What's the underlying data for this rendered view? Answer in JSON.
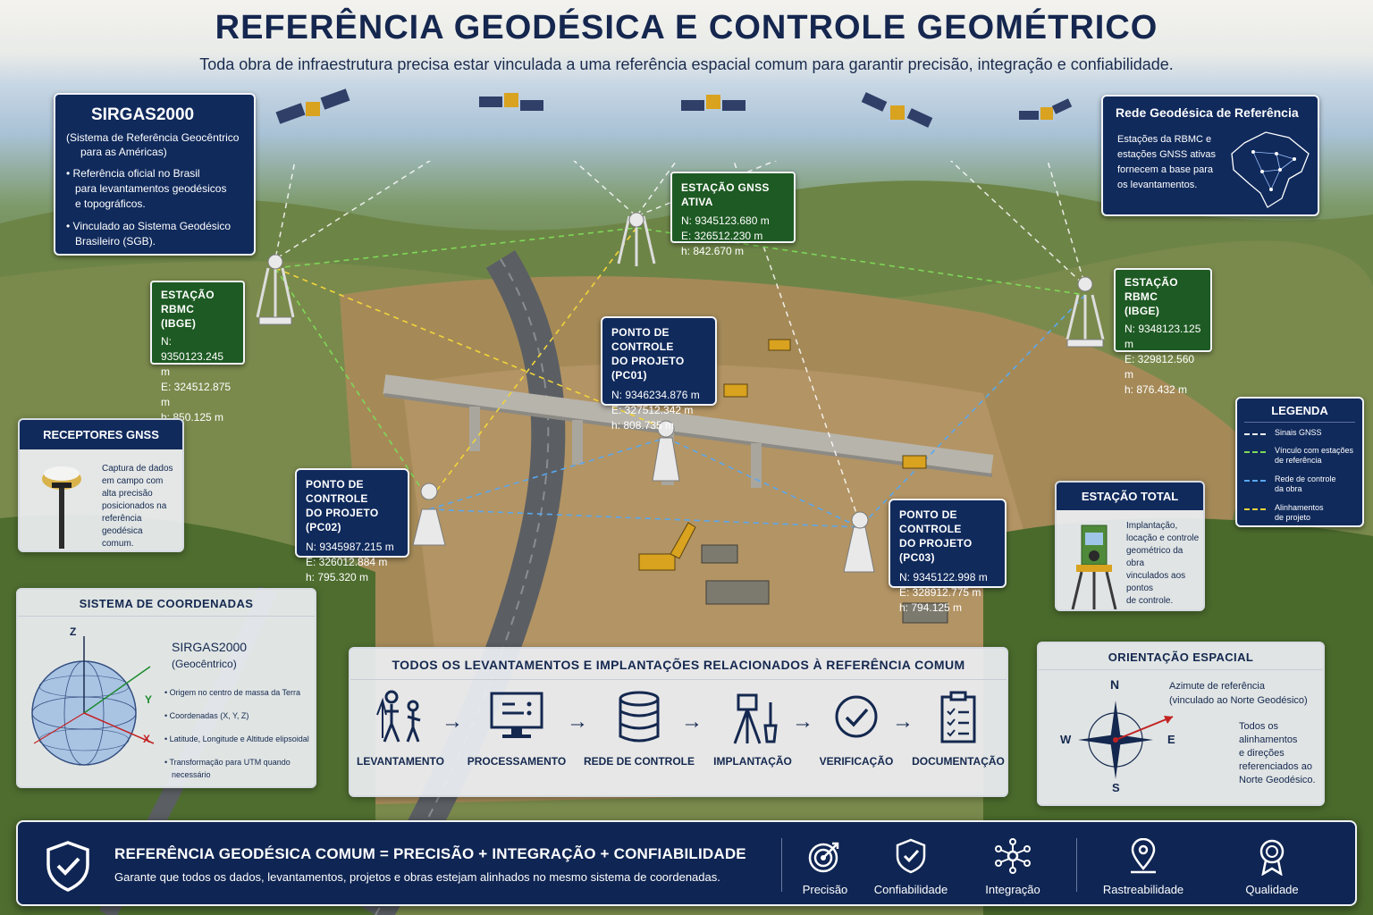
{
  "header": {
    "title": "REFERÊNCIA GEODÉSICA E CONTROLE GEOMÉTRICO",
    "subtitle": "Toda obra de infraestrutura precisa estar vinculada a uma referência espacial comum para garantir precisão, integração e confiabilidade."
  },
  "sirgas": {
    "title": "SIRGAS2000",
    "desc1": "(Sistema de Referência Geocêntrico",
    "desc2": "para as Américas)",
    "bullet1_1": "• Referência oficial no Brasil",
    "bullet1_2": "para levantamentos geodésicos",
    "bullet1_3": "e topográficos.",
    "bullet2_1": "• Vinculado ao Sistema Geodésico",
    "bullet2_2": "Brasileiro (SGB)."
  },
  "rede": {
    "title": "Rede Geodésica de Referência",
    "l1": "Estações da RBMC e",
    "l2": "estações GNSS ativas",
    "l3": "fornecem a base para",
    "l4": "os levantamentos."
  },
  "stations": {
    "rbmc_left": {
      "t1": "ESTAÇÃO RBMC",
      "t2": "(IBGE)",
      "n": "N: 9350123.245 m",
      "e": "E:  324512.875 m",
      "h": "h:  850.125 m"
    },
    "gnss": {
      "t1": "ESTAÇÃO GNSS ATIVA",
      "n": "N:  9345123.680 m",
      "e": "E:  326512.230 m",
      "h": "h:  842.670 m"
    },
    "rbmc_right": {
      "t1": "ESTAÇÃO RBMC",
      "t2": "(IBGE)",
      "n": "N:  9348123.125 m",
      "e": "E:  329812.560 m",
      "h": "h:  876.432 m"
    },
    "pc01": {
      "t1": "PONTO DE CONTROLE",
      "t2": "DO PROJETO (PC01)",
      "n": "N:  9346234.876 m",
      "e": "E:  327512.342 m",
      "h": "h:  808.735 m"
    },
    "pc02": {
      "t1": "PONTO DE CONTROLE",
      "t2": "DO PROJETO (PC02)",
      "n": "N:  9345987.215 m",
      "e": "E:  326012.884 m",
      "h": "h:  795.320 m"
    },
    "pc03": {
      "t1": "PONTO DE CONTROLE",
      "t2": "DO PROJETO (PC03)",
      "n": "N:  9345122.998 m",
      "e": "E:  328912.775 m",
      "h": "h:  794.125 m"
    }
  },
  "receptores": {
    "title": "RECEPTORES GNSS",
    "l1": "Captura de dados",
    "l2": "em campo com",
    "l3": "alta precisão",
    "l4": "posicionados na",
    "l5": "referência geodésica",
    "l6": "comum."
  },
  "legenda": {
    "title": "LEGENDA",
    "items": [
      {
        "label": "Sinais GNSS",
        "color": "#ffffff"
      },
      {
        "label1": "Vínculo com estações",
        "label2": "de referência",
        "color": "#7ed957"
      },
      {
        "label1": "Rede de controle",
        "label2": "da obra",
        "color": "#5aa8f0"
      },
      {
        "label1": "Alinhamentos",
        "label2": "de projeto",
        "color": "#f2d43a"
      }
    ]
  },
  "estacao_total": {
    "title": "ESTAÇÃO TOTAL",
    "l1": "Implantação,",
    "l2": "locação e controle",
    "l3": "geométrico da obra",
    "l4": "vinculados aos pontos",
    "l5": "de controle."
  },
  "coords": {
    "title": "SISTEMA DE COORDENADAS",
    "name": "SIRGAS2000",
    "type": "(Geocêntrico)",
    "axis_z": "Z",
    "axis_y": "Y",
    "axis_x": "X",
    "b1": "• Origem no centro de massa da Terra",
    "b2": "• Coordenadas (X, Y, Z)",
    "b3": "• Latitude, Longitude e Altitude elipsoidal",
    "b4_1": "• Transformação para UTM quando",
    "b4_2": "necessário"
  },
  "workflow": {
    "title": "TODOS OS LEVANTAMENTOS E IMPLANTAÇÕES RELACIONADOS À REFERÊNCIA COMUM",
    "steps": [
      "LEVANTAMENTO",
      "PROCESSAMENTO",
      "REDE DE CONTROLE",
      "IMPLANTAÇÃO",
      "VERIFICAÇÃO",
      "DOCUMENTAÇÃO"
    ],
    "arrow": "→"
  },
  "orientacao": {
    "title": "ORIENTAÇÃO ESPACIAL",
    "n": "N",
    "s": "S",
    "e": "E",
    "w": "W",
    "az1": "Azimute de referência",
    "az2": "(vinculado ao Norte Geodésico)",
    "t1": "Todos os",
    "t2": "alinhamentos",
    "t3": "e direções",
    "t4": "referenciados ao",
    "t5": "Norte Geodésico."
  },
  "footer": {
    "headline": "REFERÊNCIA GEODÉSICA COMUM = PRECISÃO + INTEGRAÇÃO + CONFIABILIDADE",
    "sub": "Garante que todos os dados, levantamentos, projetos e obras estejam alinhados no mesmo sistema de coordenadas.",
    "items": [
      "Precisão",
      "Confiabilidade",
      "Integração",
      "Rastreabilidade",
      "Qualidade"
    ]
  }
}
